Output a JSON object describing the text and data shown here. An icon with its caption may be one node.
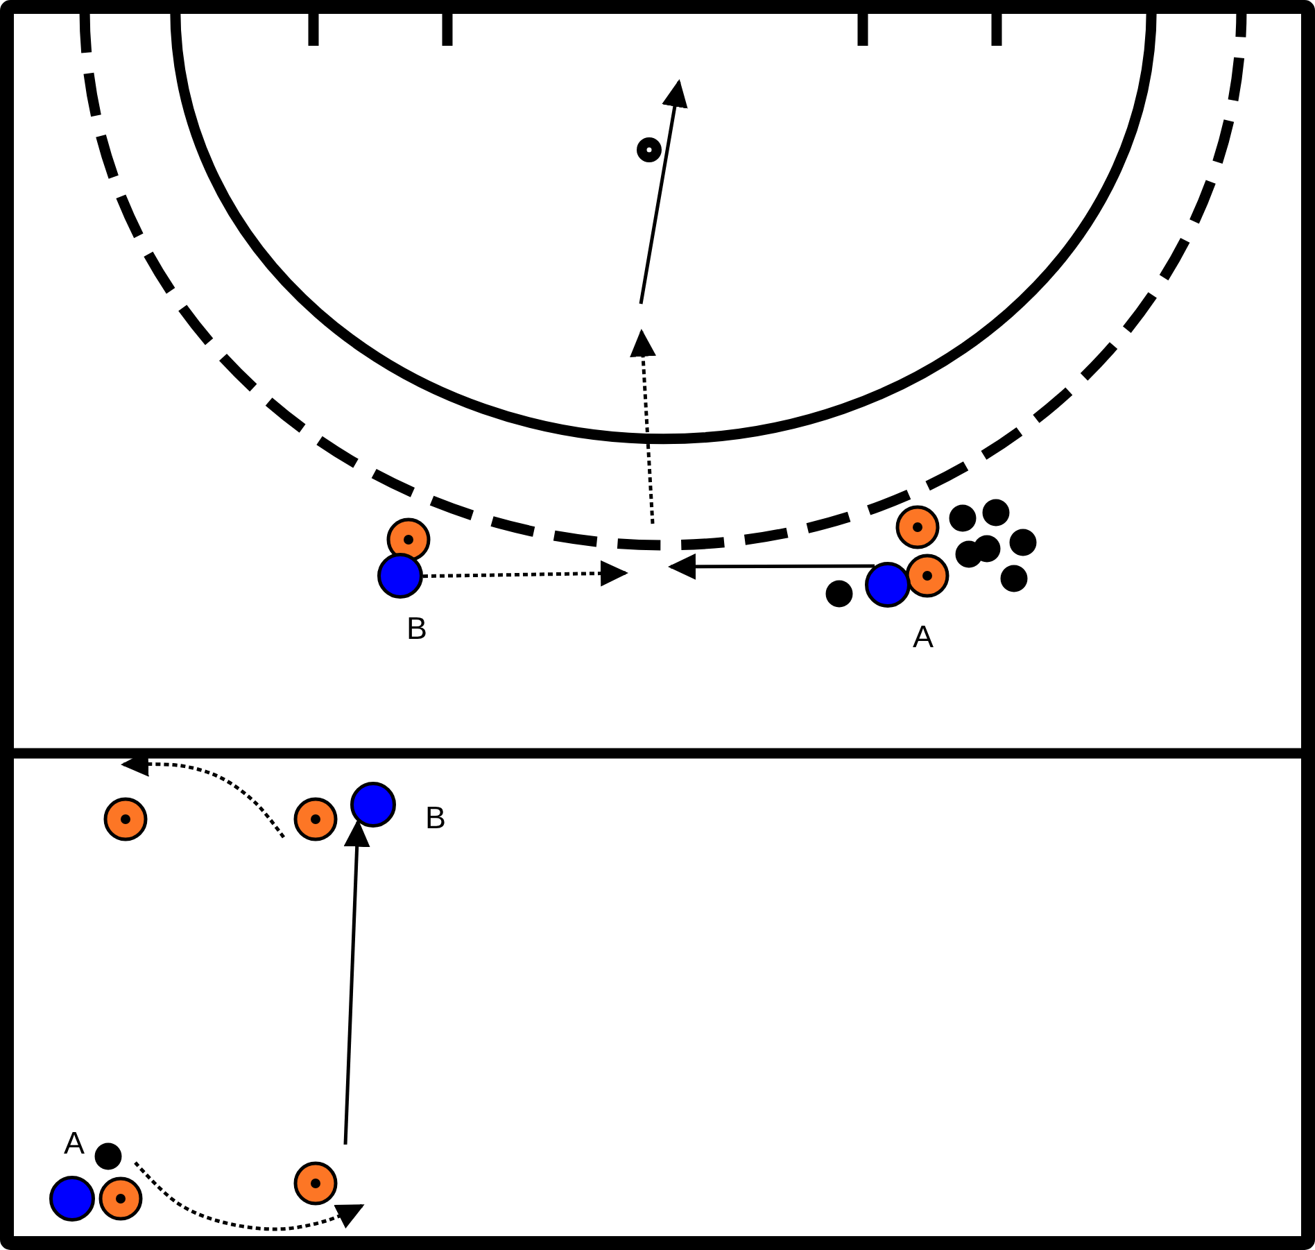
{
  "diagram": {
    "nodes": [
      {
        "text": [],
        "shape": "circle",
        "beside": [
          "B"
        ]
      },
      {
        "text": [],
        "shape": "circle",
        "beside": [
          "A"
        ]
      },
      {
        "text": [],
        "shape": "circle",
        "beside": [
          "B"
        ]
      },
      {
        "text": [],
        "shape": "circle",
        "beside": [
          "A"
        ]
      }
    ],
    "edges": [
      {
        "from": 0,
        "to": null,
        "arrow": "to",
        "style": "dashed"
      },
      {
        "from": 1,
        "to": null,
        "arrow": "to"
      },
      {
        "from": null,
        "to": 2,
        "arrow": "to"
      }
    ]
  }
}
